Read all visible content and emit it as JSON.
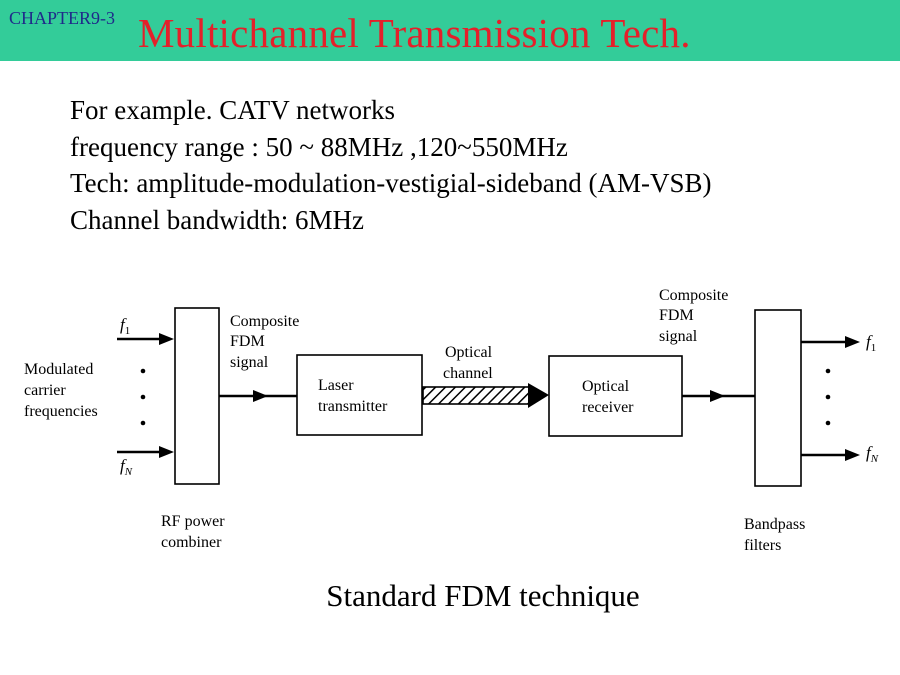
{
  "header": {
    "chapter": "CHAPTER9-3",
    "title": "Multichannel Transmission Tech.",
    "banner_color": "#33cc99",
    "title_color": "#e4202a",
    "chapter_color": "#1f2a8a"
  },
  "body": {
    "lines": [
      "For example. CATV networks",
      "frequency range :  50 ~ 88MHz ,120~550MHz",
      "Tech: amplitude-modulation-vestigial-sideband (AM-VSB)",
      "Channel bandwidth: 6MHz"
    ]
  },
  "diagram": {
    "input_label": [
      "Modulated",
      "carrier",
      "frequencies"
    ],
    "f1": "f",
    "f1_sub": "1",
    "fN": "f",
    "fN_sub": "N",
    "combiner_label": [
      "RF power",
      "combiner"
    ],
    "composite_left": [
      "Composite",
      "FDM",
      "signal"
    ],
    "laser": [
      "Laser",
      "transmitter"
    ],
    "optical_channel": [
      "Optical",
      "channel"
    ],
    "receiver": [
      "Optical",
      "receiver"
    ],
    "composite_right": [
      "Composite",
      "FDM",
      "signal"
    ],
    "filters_label": [
      "Bandpass",
      "filters"
    ],
    "out_f1": "f",
    "out_f1_sub": "1",
    "out_fN": "f",
    "out_fN_sub": "N"
  },
  "caption": "Standard FDM technique"
}
